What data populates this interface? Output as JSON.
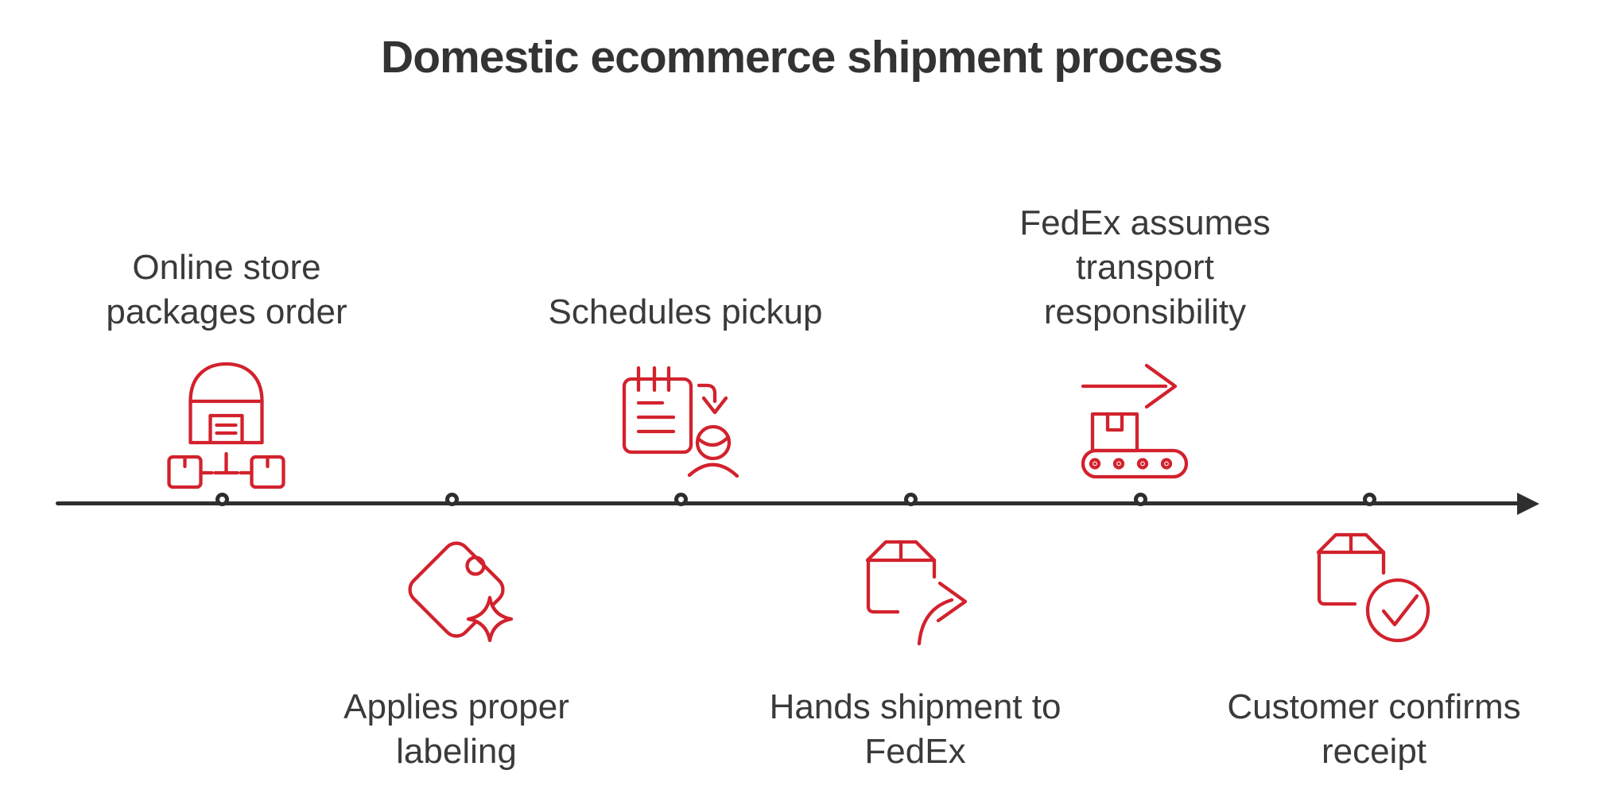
{
  "title": "Domestic ecommerce shipment process",
  "colors": {
    "accent_red": "#d2222d",
    "text": "#3a3a3a",
    "timeline": "#2e2e2e",
    "background": "#ffffff"
  },
  "timeline": {
    "direction": "left-to-right",
    "node_count": 6
  },
  "steps": [
    {
      "label": "Online store packages order",
      "position": "above",
      "icon": "warehouse-distribution-icon"
    },
    {
      "label": "Applies proper labeling",
      "position": "below",
      "icon": "price-tag-sparkle-icon"
    },
    {
      "label": "Schedules pickup",
      "position": "above",
      "icon": "notepad-person-icon"
    },
    {
      "label": "Hands shipment to FedEx",
      "position": "below",
      "icon": "box-handoff-arrow-icon"
    },
    {
      "label": "FedEx assumes transport responsibility",
      "position": "above",
      "icon": "conveyor-box-icon"
    },
    {
      "label": "Customer confirms receipt",
      "position": "below",
      "icon": "box-check-icon"
    }
  ]
}
